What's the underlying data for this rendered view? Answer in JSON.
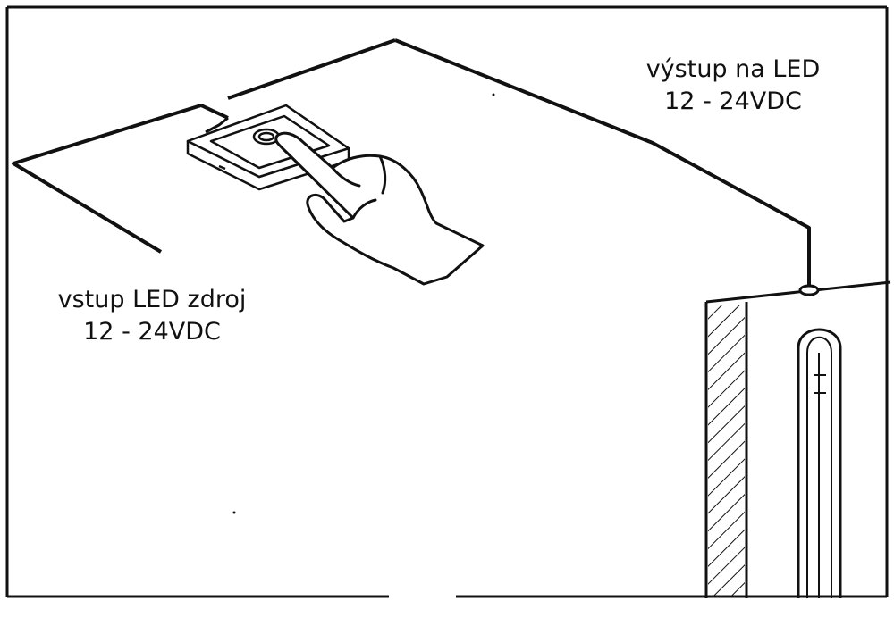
{
  "labels": {
    "output": {
      "line1": "výstup na LED",
      "line2": "12 - 24VDC"
    },
    "input": {
      "line1": "vstup LED zdroj",
      "line2": "12 - 24VDC"
    }
  },
  "colors": {
    "stroke": "#111111",
    "background": "#ffffff"
  }
}
